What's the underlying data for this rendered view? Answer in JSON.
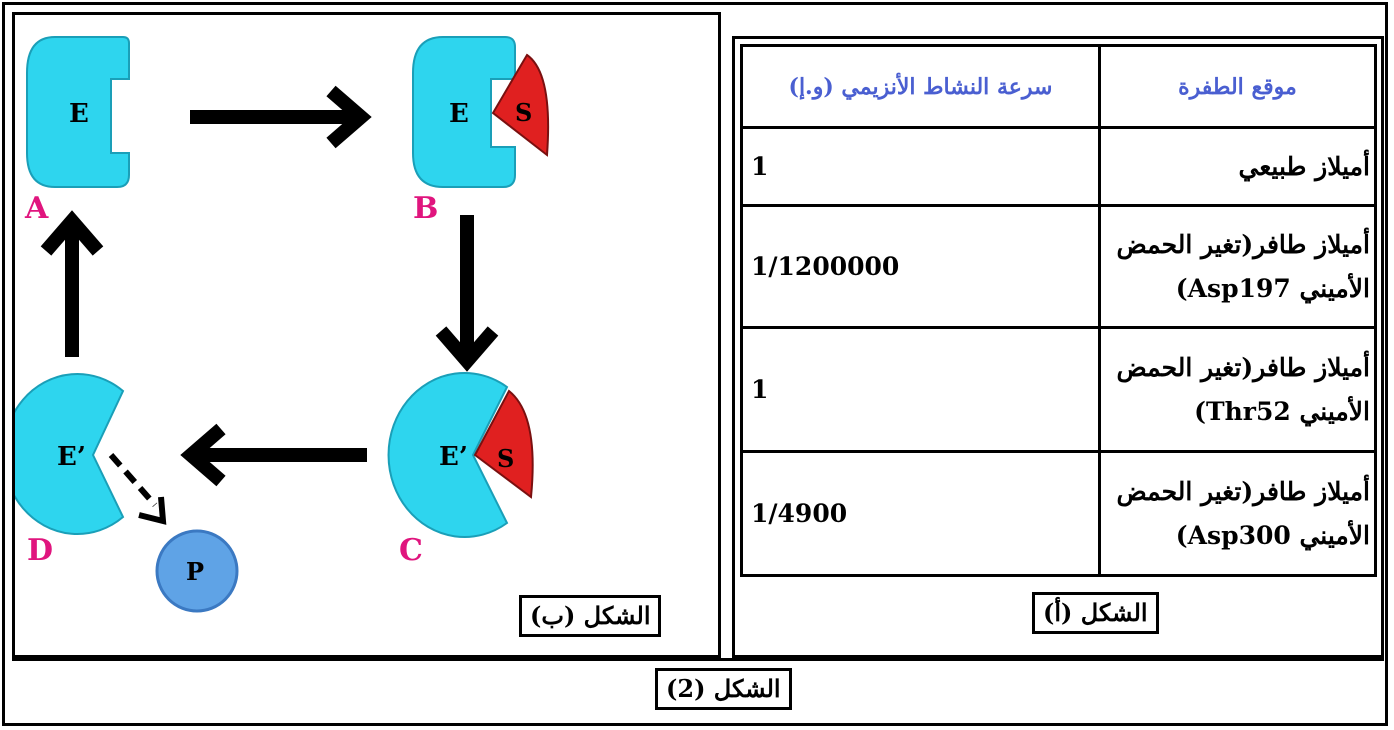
{
  "figure_b": {
    "caption": "الشكل (ب)",
    "enzyme_label": "E",
    "modified_enzyme_label": "E’",
    "substrate_label": "S",
    "product_label": "P",
    "stages": [
      "A",
      "B",
      "C",
      "D"
    ],
    "colors": {
      "enzyme": "#2ed5ee",
      "substrate": "#e02020",
      "product": "#5fa3e6",
      "stage_label": "#e0157e"
    }
  },
  "figure_a": {
    "caption": "الشكل (أ)",
    "headers": {
      "site": "موقع الطفرة",
      "rate": "سرعة النشاط الأنزيمي (و.إ)"
    },
    "header_color": "#4a5fd1",
    "rows": [
      {
        "site_line1": "أميلاز طبيعي",
        "site_line2": "",
        "rate": "1"
      },
      {
        "site_line1": "أميلاز طافر(تغير الحمض",
        "site_line2": "الأميني Asp197)",
        "rate": "1/1200000"
      },
      {
        "site_line1": "أميلاز طافر(تغير الحمض",
        "site_line2": "الأميني Thr52)",
        "rate": "1"
      },
      {
        "site_line1": "أميلاز طافر(تغير الحمض",
        "site_line2": "الأميني Asp300)",
        "rate": "1/4900"
      }
    ]
  },
  "main_caption": "الشكل (2)"
}
